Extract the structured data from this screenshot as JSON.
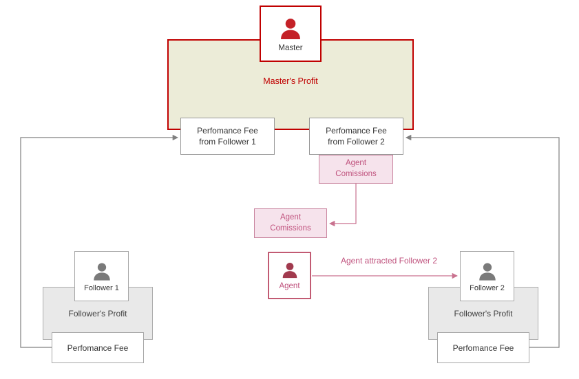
{
  "colors": {
    "master_red": "#C00000",
    "master_profit_fill": "#ECECD8",
    "agent_pink": "#C0537E",
    "agent_pink_fill": "#F6E3EC",
    "follower_gray_fill": "#E9E9E9",
    "connector_gray": "#808080",
    "text_dark": "#333333"
  },
  "master": {
    "label": "Master",
    "profit": "Master's Profit"
  },
  "fees": {
    "from_follower1": "Perfomance Fee\nfrom Follower 1",
    "from_follower2": "Perfomance Fee\nfrom Follower 2"
  },
  "agent": {
    "label": "Agent",
    "commissions_upper": "Agent\nComissions",
    "commissions_lower": "Agent\nComissions",
    "attracted_label": "Agent attracted Follower 2"
  },
  "follower1": {
    "label": "Follower 1",
    "profit": "Follower's Profit",
    "fee": "Perfomance Fee"
  },
  "follower2": {
    "label": "Follower 2",
    "profit": "Follower's Profit",
    "fee": "Perfomance Fee"
  }
}
